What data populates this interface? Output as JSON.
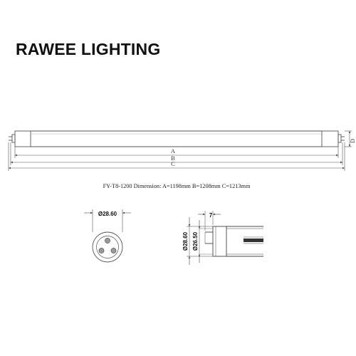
{
  "brand": {
    "name": "RAWEE LIGHTING"
  },
  "side_view": {
    "dim_a_label": "A",
    "dim_b_label": "B",
    "dim_c_label": "C",
    "dim_d_label": "D"
  },
  "caption": "FY-T8-1200  Dimension: A=1198mm B=1208mm C=1213mm",
  "end_view": {
    "diameter_label": "Ø28.60"
  },
  "cap_detail": {
    "pin_length_label": "7",
    "outer_diameter_label": "Ø28.60",
    "inner_diameter_label": "Ø26.50"
  },
  "colors": {
    "line": "#555555",
    "text": "#222222"
  }
}
